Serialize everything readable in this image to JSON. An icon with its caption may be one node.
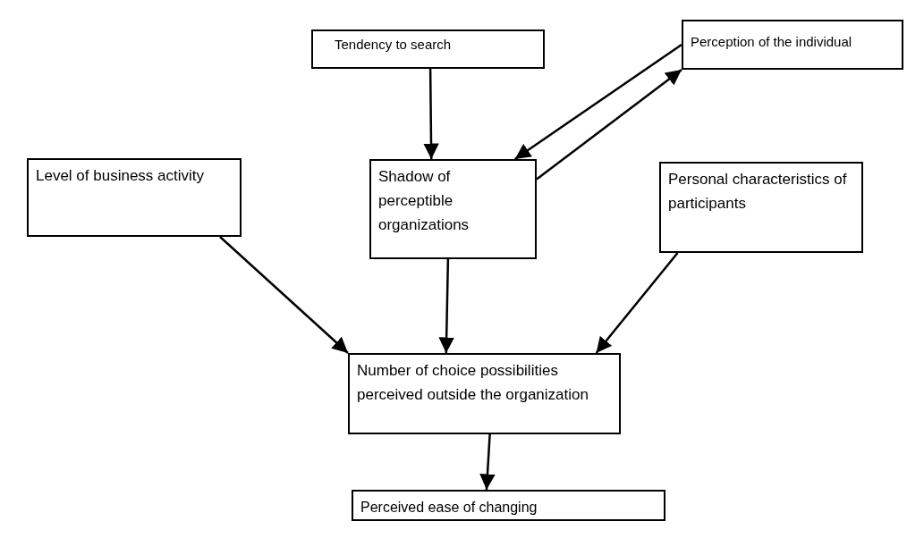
{
  "diagram": {
    "nodes": [
      {
        "text": [
          "Tendency to search"
        ]
      },
      {
        "text": [
          "Perception of the individual"
        ]
      },
      {
        "text": [
          "Level of business activity"
        ]
      },
      {
        "text": [
          "Shadow of perceptible organizations"
        ]
      },
      {
        "text": [
          "Personal characteristics of participants"
        ]
      },
      {
        "text": [
          "Number of choice possibilities perceived outside the organization"
        ]
      },
      {
        "text": [
          "Perceived ease of changing"
        ]
      }
    ],
    "edges": [
      {
        "from": 0,
        "to": 3,
        "arrow": "to"
      },
      {
        "from": 1,
        "to": 3,
        "arrow": "to"
      },
      {
        "from": 3,
        "to": 1,
        "arrow": "to"
      },
      {
        "from": 2,
        "to": 5,
        "arrow": "to"
      },
      {
        "from": 3,
        "to": 5,
        "arrow": "to"
      },
      {
        "from": 4,
        "to": 5,
        "arrow": "to"
      },
      {
        "from": 5,
        "to": 6,
        "arrow": "to"
      }
    ]
  }
}
